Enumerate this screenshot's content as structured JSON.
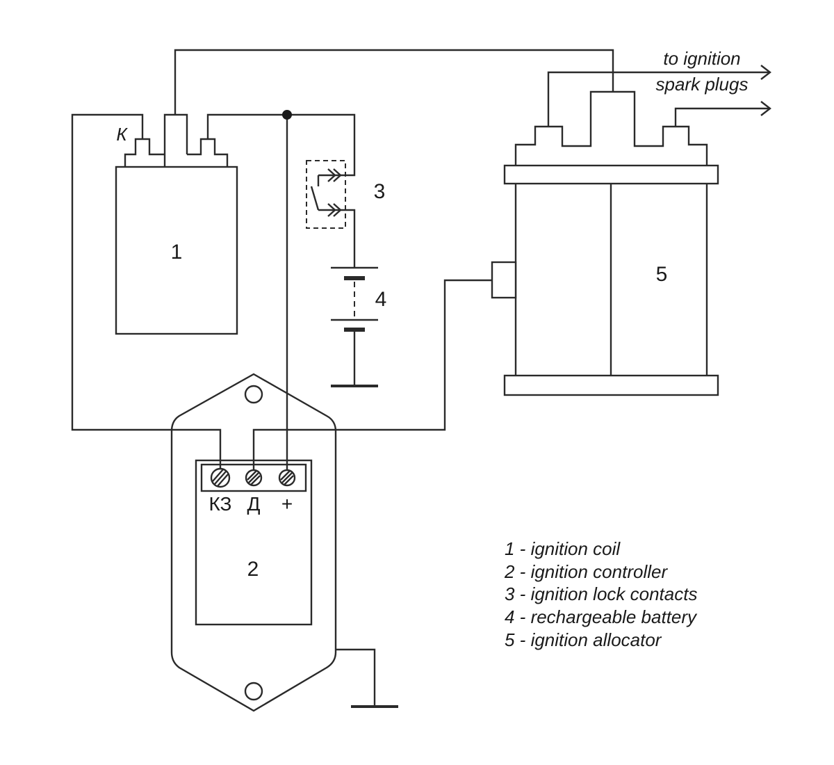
{
  "labels": {
    "coil": "1",
    "controller": "2",
    "lock": "3",
    "battery": "4",
    "allocator": "5",
    "coil_terminal": "К",
    "term_kz": "КЗ",
    "term_d": "Д",
    "term_plus": "+",
    "spark_line1": "to ignition",
    "spark_line2": "spark plugs"
  },
  "legend": [
    "1 - ignition coil",
    "2 - ignition controller",
    "3 - ignition lock contacts",
    "4 - rechargeable battery",
    "5 - ignition allocator"
  ]
}
